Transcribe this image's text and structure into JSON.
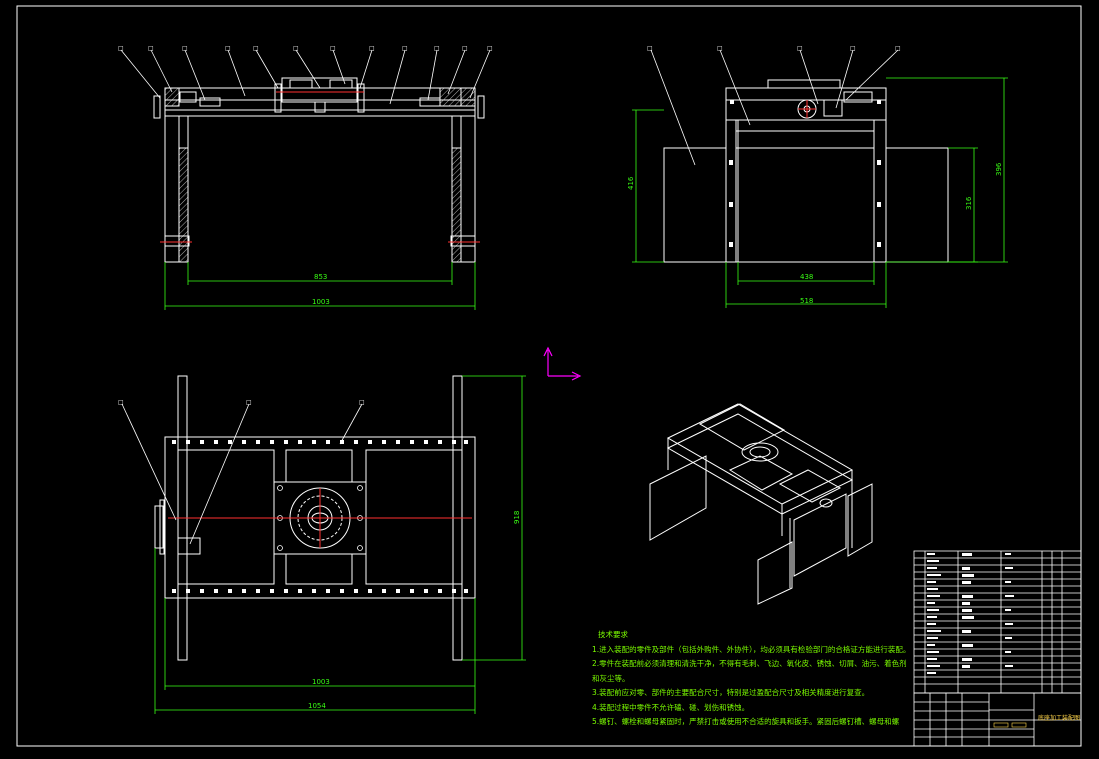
{
  "drawing": {
    "title_block_name": "底座加工装配图",
    "balloon_mark": "□",
    "dimensions": {
      "front_inner": "853",
      "front_outer": "1003",
      "side_inner": "438",
      "side_outer": "518",
      "side_left_height": "416",
      "side_right_height": "316",
      "side_total_height": "396",
      "top_height": "918",
      "top_inner": "1003",
      "top_outer": "1054"
    }
  },
  "notes": {
    "title": "技术要求",
    "items": [
      "1.进入装配的零件及部件（包括外购件、外协件），均必须具有检验部门的合格证方能进行装配。",
      "2.零件在装配前必须清理和清洗干净，不得有毛刺、飞边、氧化皮、锈蚀、切屑、油污、着色剂和灰尘等。",
      "3.装配前应对零、部件的主要配合尺寸，特别是过盈配合尺寸及相关精度进行复查。",
      "4.装配过程中零件不允许磕、碰、划伤和锈蚀。",
      "5.螺钉、螺栓和螺母紧固时，严禁打击或使用不合适的旋具和扳手。紧固后螺钉槽、螺母和螺"
    ]
  },
  "colors": {
    "background": "#000000",
    "line": "#ffffff",
    "dimension": "#39ff14",
    "centerline": "#ff3030",
    "ucs": "#ff00ff",
    "title_text": "#ffd54a"
  }
}
